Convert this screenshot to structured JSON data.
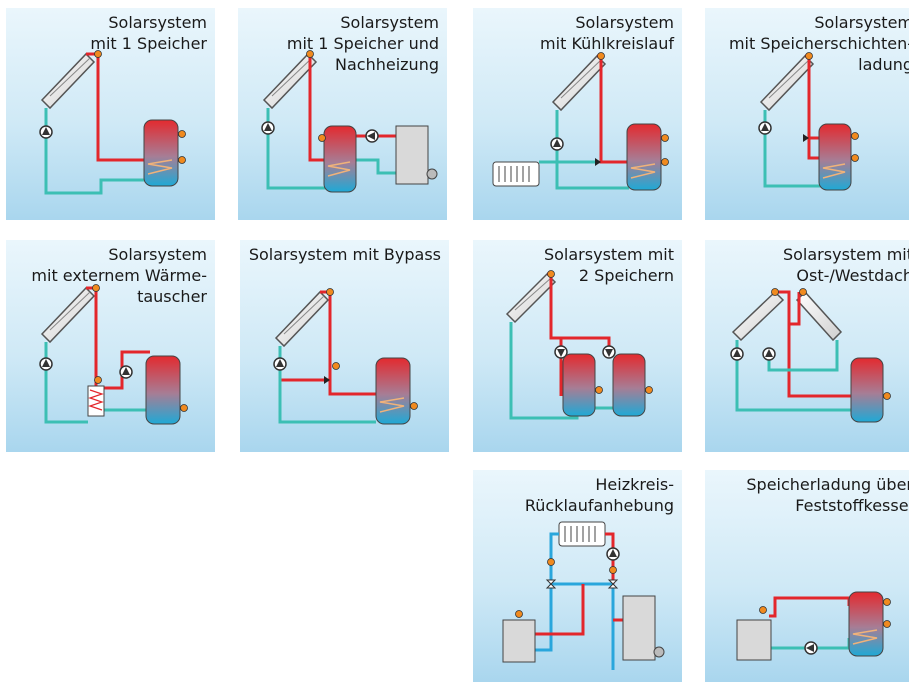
{
  "tiles": [
    {
      "title": "Solarsystem\nmit 1 Speicher"
    },
    {
      "title": "Solarsystem\nmit 1 Speicher und\nNachheizung"
    },
    {
      "title": "Solarsystem\nmit Kühlkreislauf"
    },
    {
      "title": "Solarsystem\nmit Speicherschichten-\nladung"
    },
    {
      "title": "Solarsystem\nmit externem Wärme-\ntauscher"
    },
    {
      "title": "Solarsystem mit Bypass"
    },
    {
      "title": "Solarsystem mit\n2 Speichern"
    },
    {
      "title": "Solarsystem mit\nOst-/Westdach"
    },
    {
      "title": "Heizkreis-\nRücklaufanhebung"
    },
    {
      "title": "Speicherladung über\nFeststoffkessel"
    }
  ],
  "colors": {
    "hot_pipe": "#e3262b",
    "cold_pipe": "#3cbfb4",
    "return_pipe": "#29a6dc",
    "sensor": "#f08a1f",
    "tile_top": "#eaf6fc",
    "tile_bottom": "#a9d6ee"
  }
}
